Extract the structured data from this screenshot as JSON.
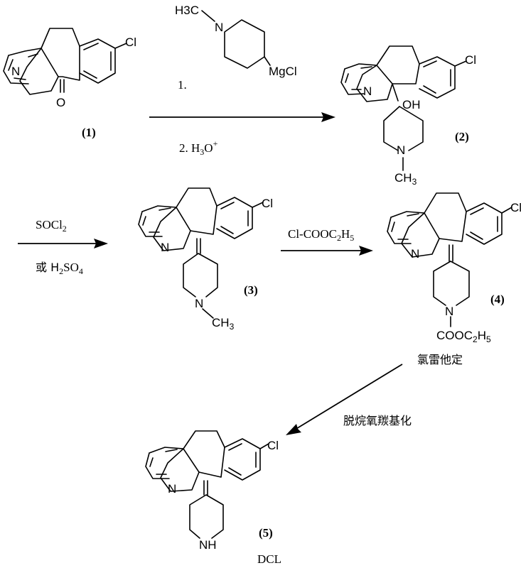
{
  "reagents": {
    "grignard_me": "H3C",
    "grignard_n": "N",
    "grignard_mgcl": "MgCl",
    "step1_num": "1.",
    "step2_num": "2. H",
    "step2_sub": "3",
    "step2_o": "O",
    "step2_sup": "+",
    "socl2_a": "SOCl",
    "socl2_sub": "2",
    "or_a": "或  H",
    "or_sub1": "2",
    "or_b": "SO",
    "or_sub2": "4",
    "ester_a": "Cl-COOC",
    "ester_sub1": "2",
    "ester_b": "H",
    "ester_sub2": "5"
  },
  "compounds": {
    "c1": {
      "label": "(1)",
      "n": "N",
      "o": "O",
      "cl": "Cl"
    },
    "c2": {
      "label": "(2)",
      "n": "N",
      "oh": "OH",
      "cl": "Cl",
      "n2": "N",
      "me": "CH",
      "me_sub": "3"
    },
    "c3": {
      "label": "(3)",
      "n": "N",
      "cl": "Cl",
      "n2": "N",
      "me": "CH",
      "me_sub": "3"
    },
    "c4": {
      "label": "(4)",
      "n": "N",
      "cl": "Cl",
      "n2": "N",
      "ester": "COOC",
      "ester_sub1": "2",
      "ester_h": "H",
      "ester_sub2": "5",
      "name": "氯雷他定"
    },
    "c5": {
      "label": "(5)",
      "n": "N",
      "cl": "Cl",
      "nh": "NH",
      "name": "DCL"
    }
  },
  "step_label": "脱烷氧羰基化"
}
